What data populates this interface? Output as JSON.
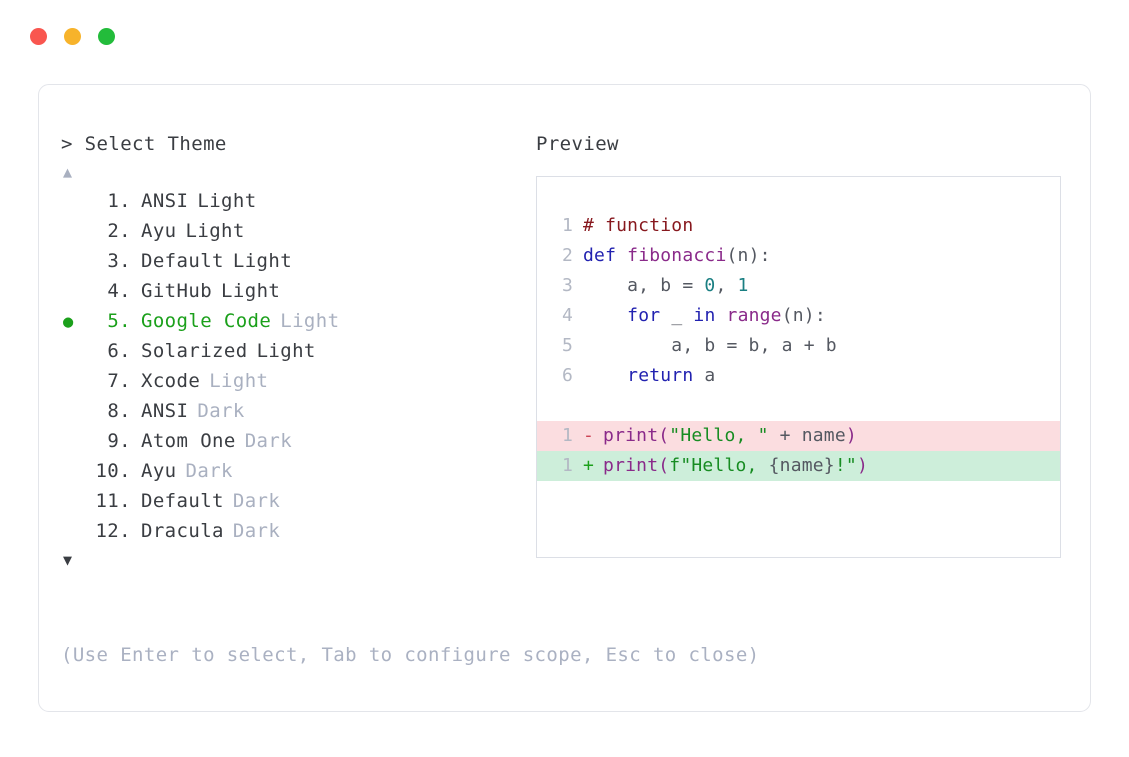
{
  "window": {
    "dots": [
      {
        "name": "close",
        "color": "#f9564f"
      },
      {
        "name": "minimize",
        "color": "#f7b32b"
      },
      {
        "name": "maximize",
        "color": "#23bc3b"
      }
    ]
  },
  "left": {
    "prompt": "> Select Theme",
    "scroll_up": "▲",
    "scroll_down": "▼",
    "selected_index": 5,
    "bullet_glyph": "●",
    "items": [
      {
        "num": "1.",
        "name": "ANSI",
        "variant": "Light",
        "variant_muted": false,
        "selected": false
      },
      {
        "num": "2.",
        "name": "Ayu",
        "variant": "Light",
        "variant_muted": false,
        "selected": false
      },
      {
        "num": "3.",
        "name": "Default",
        "variant": "Light",
        "variant_muted": false,
        "selected": false
      },
      {
        "num": "4.",
        "name": "GitHub",
        "variant": "Light",
        "variant_muted": false,
        "selected": false
      },
      {
        "num": "5.",
        "name": "Google Code",
        "variant": "Light",
        "variant_muted": true,
        "selected": true
      },
      {
        "num": "6.",
        "name": "Solarized",
        "variant": "Light",
        "variant_muted": false,
        "selected": false
      },
      {
        "num": "7.",
        "name": "Xcode",
        "variant": "Light",
        "variant_muted": true,
        "selected": false
      },
      {
        "num": "8.",
        "name": "ANSI",
        "variant": "Dark",
        "variant_muted": true,
        "selected": false
      },
      {
        "num": "9.",
        "name": "Atom One",
        "variant": "Dark",
        "variant_muted": true,
        "selected": false
      },
      {
        "num": "10.",
        "name": "Ayu",
        "variant": "Dark",
        "variant_muted": true,
        "selected": false
      },
      {
        "num": "11.",
        "name": "Default",
        "variant": "Dark",
        "variant_muted": true,
        "selected": false
      },
      {
        "num": "12.",
        "name": "Dracula",
        "variant": "Dark",
        "variant_muted": true,
        "selected": false
      }
    ]
  },
  "right": {
    "label": "Preview",
    "code_lines": [
      {
        "ln": "1",
        "tokens": [
          {
            "t": "# function",
            "c": "t-comment"
          }
        ]
      },
      {
        "ln": "2",
        "tokens": [
          {
            "t": "def ",
            "c": "t-kw"
          },
          {
            "t": "fibonacci",
            "c": "t-fn"
          },
          {
            "t": "(n):",
            "c": "t-plain"
          }
        ]
      },
      {
        "ln": "3",
        "tokens": [
          {
            "t": "    a, b = ",
            "c": "t-plain"
          },
          {
            "t": "0",
            "c": "t-num"
          },
          {
            "t": ", ",
            "c": "t-plain"
          },
          {
            "t": "1",
            "c": "t-num"
          }
        ]
      },
      {
        "ln": "4",
        "tokens": [
          {
            "t": "    ",
            "c": "t-plain"
          },
          {
            "t": "for",
            "c": "t-kw"
          },
          {
            "t": " _ ",
            "c": "t-plain"
          },
          {
            "t": "in",
            "c": "t-kw"
          },
          {
            "t": " ",
            "c": "t-plain"
          },
          {
            "t": "range",
            "c": "t-fn"
          },
          {
            "t": "(n):",
            "c": "t-plain"
          }
        ]
      },
      {
        "ln": "5",
        "tokens": [
          {
            "t": "        a, b = b, a + b",
            "c": "t-plain"
          }
        ]
      },
      {
        "ln": "6",
        "tokens": [
          {
            "t": "    ",
            "c": "t-plain"
          },
          {
            "t": "return",
            "c": "t-kw"
          },
          {
            "t": " a",
            "c": "t-plain"
          }
        ]
      }
    ],
    "diff_lines": [
      {
        "ln": "1",
        "sign": "-",
        "kind": "del",
        "tokens": [
          {
            "t": "print",
            "c": "t-fn"
          },
          {
            "t": "(",
            "c": "t-punc"
          },
          {
            "t": "\"Hello, \"",
            "c": "t-str"
          },
          {
            "t": " + name",
            "c": "t-plain"
          },
          {
            "t": ")",
            "c": "t-punc"
          }
        ]
      },
      {
        "ln": "1",
        "sign": "+",
        "kind": "add",
        "tokens": [
          {
            "t": "print",
            "c": "t-fn"
          },
          {
            "t": "(",
            "c": "t-punc"
          },
          {
            "t": "f\"Hello, ",
            "c": "t-str"
          },
          {
            "t": "{name}",
            "c": "t-plain"
          },
          {
            "t": "!\"",
            "c": "t-str"
          },
          {
            "t": ")",
            "c": "t-punc"
          }
        ]
      }
    ]
  },
  "footer": {
    "hint": "(Use Enter to select, Tab to configure scope, Esc to close)"
  }
}
